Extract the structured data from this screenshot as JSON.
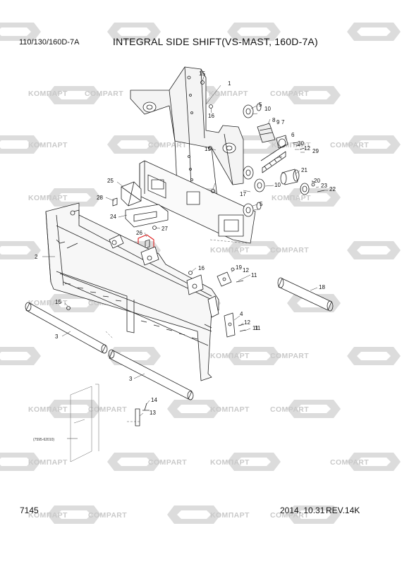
{
  "header": {
    "model": "110/130/160D-7A",
    "title": "INTEGRAL SIDE SHIFT(VS-MAST, 160D-7A)"
  },
  "footer": {
    "page_number": "7145",
    "date": "2014. 10.31",
    "revision": "REV.14K"
  },
  "watermarks": {
    "brand_cyrillic": "KOMПAPT",
    "brand_latin": "COMPART"
  },
  "reference_note": "(7595-62010)",
  "highlight_color": "#e02020",
  "callouts": [
    "1",
    "2",
    "3",
    "3",
    "4",
    "5",
    "5",
    "6",
    "7",
    "8",
    "9",
    "10",
    "10",
    "11",
    "11",
    "11",
    "12",
    "12",
    "12",
    "13",
    "14",
    "15",
    "15",
    "15",
    "16",
    "16",
    "17",
    "18",
    "19",
    "20",
    "21",
    "22",
    "23",
    "24",
    "25",
    "26",
    "27",
    "28",
    "29",
    "30"
  ]
}
